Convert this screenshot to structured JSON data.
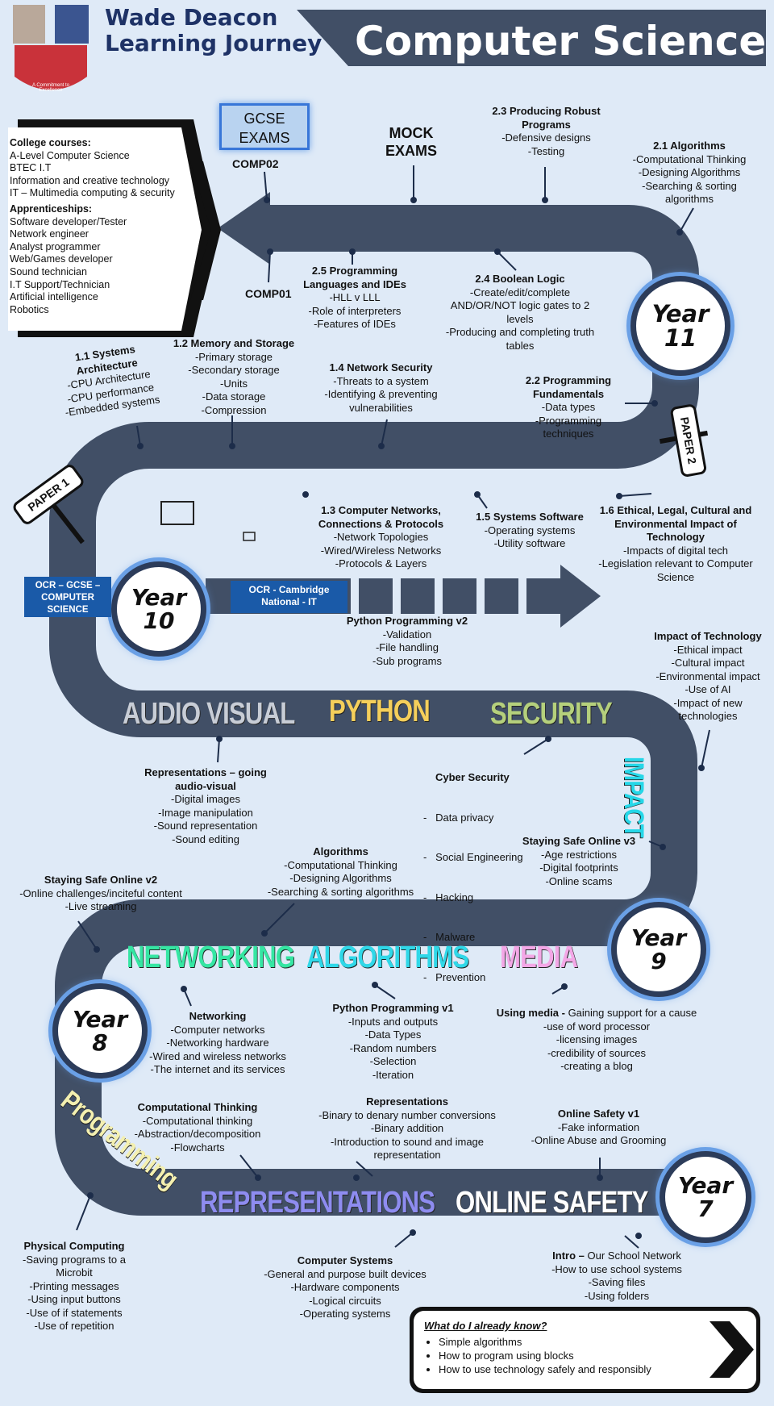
{
  "header": {
    "school_line1": "Wade Deacon",
    "school_line2": "Learning Journey",
    "subject": "Computer Science",
    "crest_text": "A Commitment to Excellence"
  },
  "future": {
    "college_heading": "College courses:",
    "college": [
      "A-Level Computer Science",
      "BTEC I.T",
      "Information and creative technology",
      "IT – Multimedia computing & security"
    ],
    "apprentice_heading": "Apprenticeships:",
    "apprentices": [
      "Software developer/Tester",
      "Network engineer",
      "Analyst programmer",
      "Web/Games developer",
      "Sound technician",
      "I.T Support/Technician",
      "Artificial intelligence",
      "Robotics"
    ]
  },
  "exams": {
    "gcse": "GCSE EXAMS",
    "comp02": "COMP02",
    "comp01": "COMP01",
    "mock": "MOCK EXAMS"
  },
  "papers": {
    "paper1": "PAPER 1",
    "paper2": "PAPER 2"
  },
  "years": {
    "y7": [
      "Year",
      "7"
    ],
    "y8": [
      "Year",
      "8"
    ],
    "y9": [
      "Year",
      "9"
    ],
    "y10": [
      "Year",
      "10"
    ],
    "y11": [
      "Year",
      "11"
    ]
  },
  "qualifications": {
    "gcse": "OCR – GCSE – COMPUTER SCIENCE",
    "cambridge": "OCR - Cambridge National - IT"
  },
  "topics": {
    "audio_visual": "AUDIO VISUAL",
    "python": "PYTHON",
    "security": "SECURITY",
    "impact": "IMPACT",
    "networking": "NETWORKING",
    "algorithms": "ALGORITHMS",
    "media": "MEDIA",
    "programming": "Programming",
    "representations": "REPRESENTATIONS",
    "online_safety": "ONLINE SAFETY"
  },
  "y11_blocks": {
    "robust": {
      "h": "2.3 Producing Robust Programs",
      "l": [
        "-Defensive designs",
        "-Testing"
      ]
    },
    "algorithms": {
      "h": "2.1 Algorithms",
      "l": [
        "-Computational Thinking",
        "-Designing Algorithms",
        "-Searching & sorting",
        "algorithms"
      ]
    },
    "languages": {
      "h": "2.5 Programming Languages and IDEs",
      "l": [
        "-HLL v LLL",
        "-Role of interpreters",
        "-Features of IDEs"
      ]
    },
    "boolean": {
      "h": "2.4 Boolean Logic",
      "l": [
        "-Create/edit/complete",
        "AND/OR/NOT logic gates to 2",
        "levels",
        "-Producing and completing truth",
        "tables"
      ]
    },
    "fundamentals": {
      "h": "2.2 Programming Fundamentals",
      "l": [
        "-Data types",
        "-Programming",
        "techniques"
      ]
    }
  },
  "y10_blocks": {
    "architecture": {
      "h": "1.1 Systems Architecture",
      "l": [
        "-CPU Architecture",
        "-CPU performance",
        "-Embedded systems"
      ]
    },
    "memory": {
      "h": "1.2 Memory and Storage",
      "l": [
        "-Primary storage",
        "-Secondary storage",
        "-Units",
        "-Data storage",
        "-Compression"
      ]
    },
    "netsec": {
      "h": "1.4 Network Security",
      "l": [
        "-Threats to a system",
        "-Identifying & preventing",
        "vulnerabilities"
      ]
    },
    "networks": {
      "h": "1.3 Computer Networks, Connections & Protocols",
      "l": [
        "-Network Topologies",
        "-Wired/Wireless Networks",
        "-Protocols & Layers"
      ]
    },
    "syssoft": {
      "h": "1.5 Systems Software",
      "l": [
        "-Operating systems",
        "-Utility software"
      ]
    },
    "ethical": {
      "h": "1.6 Ethical, Legal, Cultural and Environmental Impact of Technology",
      "l": [
        "-Impacts of digital tech",
        "-Legislation relevant to Computer",
        "Science"
      ]
    }
  },
  "y9_blocks": {
    "python2": {
      "h": "Python Programming v2",
      "l": [
        "-Validation",
        "-File handling",
        "-Sub programs"
      ]
    },
    "impact_tech": {
      "h": "Impact of Technology",
      "l": [
        "-Ethical impact",
        "-Cultural impact",
        "-Environmental impact",
        "-Use of AI",
        "-Impact of new",
        "technologies"
      ]
    },
    "representations_av": {
      "h": "Representations – going audio-visual",
      "l": [
        "-Digital images",
        "-Image manipulation",
        "-Sound representation",
        "-Sound editing"
      ]
    },
    "cyber": {
      "h": "Cyber Security",
      "l": [
        "-   Data privacy",
        "-   Social Engineering",
        "-   Hacking",
        "-   Malware",
        "-   Prevention"
      ]
    },
    "safe3": {
      "h": "Staying Safe Online v3",
      "l": [
        "-Age restrictions",
        "-Digital footprints",
        "-Online scams"
      ]
    },
    "algorithms9": {
      "h": "Algorithms",
      "l": [
        "-Computational Thinking",
        "-Designing Algorithms",
        "-Searching & sorting algorithms"
      ]
    },
    "safe2": {
      "h": "Staying Safe Online v2",
      "l": [
        "-Online challenges/inciteful content",
        "-Live streaming"
      ]
    }
  },
  "y8_blocks": {
    "networking": {
      "h": "Networking",
      "l": [
        "-Computer networks",
        "-Networking hardware",
        "-Wired and wireless networks",
        "-The internet and its services"
      ]
    },
    "python1": {
      "h": "Python Programming v1",
      "l": [
        "-Inputs and outputs",
        "-Data Types",
        "-Random numbers",
        "-Selection",
        "-Iteration"
      ]
    },
    "media": {
      "h": "Using media -",
      "h2": " Gaining support for a cause",
      "l": [
        "-use of word processor",
        "-licensing images",
        "-credibility of sources",
        "-creating a blog"
      ]
    },
    "comp_thinking": {
      "h": "Computational Thinking",
      "l": [
        "-Computational thinking",
        "-Abstraction/decomposition",
        "-Flowcharts"
      ]
    }
  },
  "y7_blocks": {
    "representations": {
      "h": "Representations",
      "l": [
        "-Binary to denary number conversions",
        "-Binary addition",
        "-Introduction to sound and image",
        "representation"
      ]
    },
    "safety1": {
      "h": "Online Safety v1",
      "l": [
        "-Fake information",
        "-Online Abuse and Grooming"
      ]
    },
    "physical": {
      "h": "Physical Computing",
      "l": [
        "-Saving programs to a",
        "Microbit",
        "-Printing messages",
        "-Using input buttons",
        "-Use of if statements",
        "-Use of repetition"
      ]
    },
    "systems": {
      "h": "Computer Systems",
      "l": [
        "-General and purpose built devices",
        "-Hardware components",
        "-Logical circuits",
        "-Operating systems"
      ]
    },
    "intro": {
      "h": "Intro –",
      "h2": " Our School Network",
      "l": [
        "-How to use school systems",
        "-Saving files",
        "-Using folders"
      ]
    }
  },
  "already_know": {
    "title": "What do I already know?",
    "items": [
      "Simple algorithms",
      "How to program using blocks",
      "How to use technology safely and responsibly"
    ]
  },
  "colors": {
    "road": "#414f66",
    "audio_visual": "#c8cdd6",
    "python": "#f5cf5b",
    "security": "#b5d07c",
    "impact": "#25d7e8",
    "networking": "#35e6a3",
    "algorithms": "#2fd8e8",
    "media": "#f3a7e6",
    "programming": "#f4f0b0",
    "representations": "#8e8cf0",
    "online_safety": "#ffffff"
  }
}
